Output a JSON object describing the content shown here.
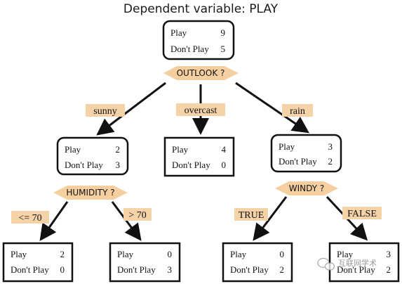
{
  "title": "Dependent variable: PLAY",
  "colors": {
    "box_border": "#111111",
    "decision_fill": "#f5cfa0",
    "edge_label_fill": "#f6d2a8",
    "arrow": "#111111"
  },
  "nodes": {
    "root": {
      "rows": [
        {
          "label": "Play",
          "value": "9"
        },
        {
          "label": "Don't Play",
          "value": "5"
        }
      ],
      "decision": "OUTLOOK ?"
    },
    "sunny": {
      "rows": [
        {
          "label": "Play",
          "value": "2"
        },
        {
          "label": "Don't Play",
          "value": "3"
        }
      ],
      "decision": "HUMIDITY ?"
    },
    "overcast": {
      "rows": [
        {
          "label": "Play",
          "value": "4"
        },
        {
          "label": "Don't Play",
          "value": "0"
        }
      ]
    },
    "rain": {
      "rows": [
        {
          "label": "Play",
          "value": "3"
        },
        {
          "label": "Don't Play",
          "value": "2"
        }
      ],
      "decision": "WINDY ?"
    },
    "humid_le70": {
      "rows": [
        {
          "label": "Play",
          "value": "2"
        },
        {
          "label": "Don't Play",
          "value": "0"
        }
      ]
    },
    "humid_gt70": {
      "rows": [
        {
          "label": "Play",
          "value": "0"
        },
        {
          "label": "Don't Play",
          "value": "3"
        }
      ]
    },
    "windy_true": {
      "rows": [
        {
          "label": "Play",
          "value": "0"
        },
        {
          "label": "Don't Play",
          "value": "2"
        }
      ]
    },
    "windy_false": {
      "rows": [
        {
          "label": "Play",
          "value": "3"
        },
        {
          "label": "Don't Play",
          "value": "2"
        }
      ]
    }
  },
  "edges": {
    "sunny": "sunny",
    "overcast": "overcast",
    "rain": "rain",
    "le70": "<= 70",
    "gt70": "> 70",
    "true": "TRUE",
    "false": "FALSE"
  },
  "watermark": {
    "left_text": "",
    "right_text": "互联网学术",
    "icon": "wechat-icon"
  }
}
